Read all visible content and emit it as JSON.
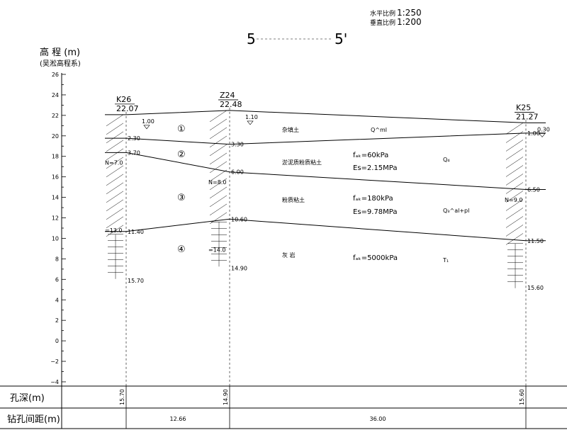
{
  "scale": {
    "horizontal_label": "水平比例",
    "horizontal_value": "1:250",
    "vertical_label": "垂直比例",
    "vertical_value": "1:200"
  },
  "section_title": {
    "start": "5",
    "end": "5'"
  },
  "elevation_axis": {
    "label": "高 程 (m)",
    "system": "(吴淞高程系)",
    "ticks": [
      26,
      24,
      22,
      20,
      18,
      16,
      14,
      12,
      10,
      8,
      6,
      4,
      2,
      0,
      -2,
      -4
    ]
  },
  "boreholes": [
    {
      "id": "K26",
      "elevation": "22.07",
      "water_depth": "1.00",
      "layer_depths": [
        "2.30",
        "3.70",
        "11.40",
        "15.70"
      ],
      "spt": [
        "N=7.0",
        "=13.0"
      ]
    },
    {
      "id": "Z24",
      "elevation": "22.48",
      "water_depth": "1.10",
      "layer_depths": [
        "3.30",
        "6.00",
        "10.60",
        "14.90"
      ],
      "spt": [
        "N=8.0",
        "=14.0"
      ]
    },
    {
      "id": "K25",
      "elevation": "21.27",
      "water_depth": "0.30",
      "layer_depths": [
        "1.00",
        "6.50",
        "11.50",
        "15.60"
      ],
      "spt": [
        "N=9.0"
      ]
    }
  ],
  "layers": [
    {
      "num": "①",
      "name": "杂填土",
      "props": [],
      "age": "Q^ml"
    },
    {
      "num": "②",
      "name": "淤泥质粉质粘土",
      "props": [
        "fₐₖ=60kPa",
        "Es=2.15MPa"
      ],
      "age": "Q₄"
    },
    {
      "num": "③",
      "name": "粉质粘土",
      "props": [
        "fₐₖ=180kPa",
        "Es=9.78MPa"
      ],
      "age": "Q₃^al+pl"
    },
    {
      "num": "④",
      "name": "灰 岩",
      "props": [
        "fₐₖ=5000kPa"
      ],
      "age": "T₁"
    }
  ],
  "bottom_table": {
    "depth_label": "孔深(m)",
    "spacing_label": "钻孔间距(m)",
    "depths": [
      "15.70",
      "14.90",
      "15.60"
    ],
    "spacings": [
      "12.66",
      "36.00"
    ]
  }
}
